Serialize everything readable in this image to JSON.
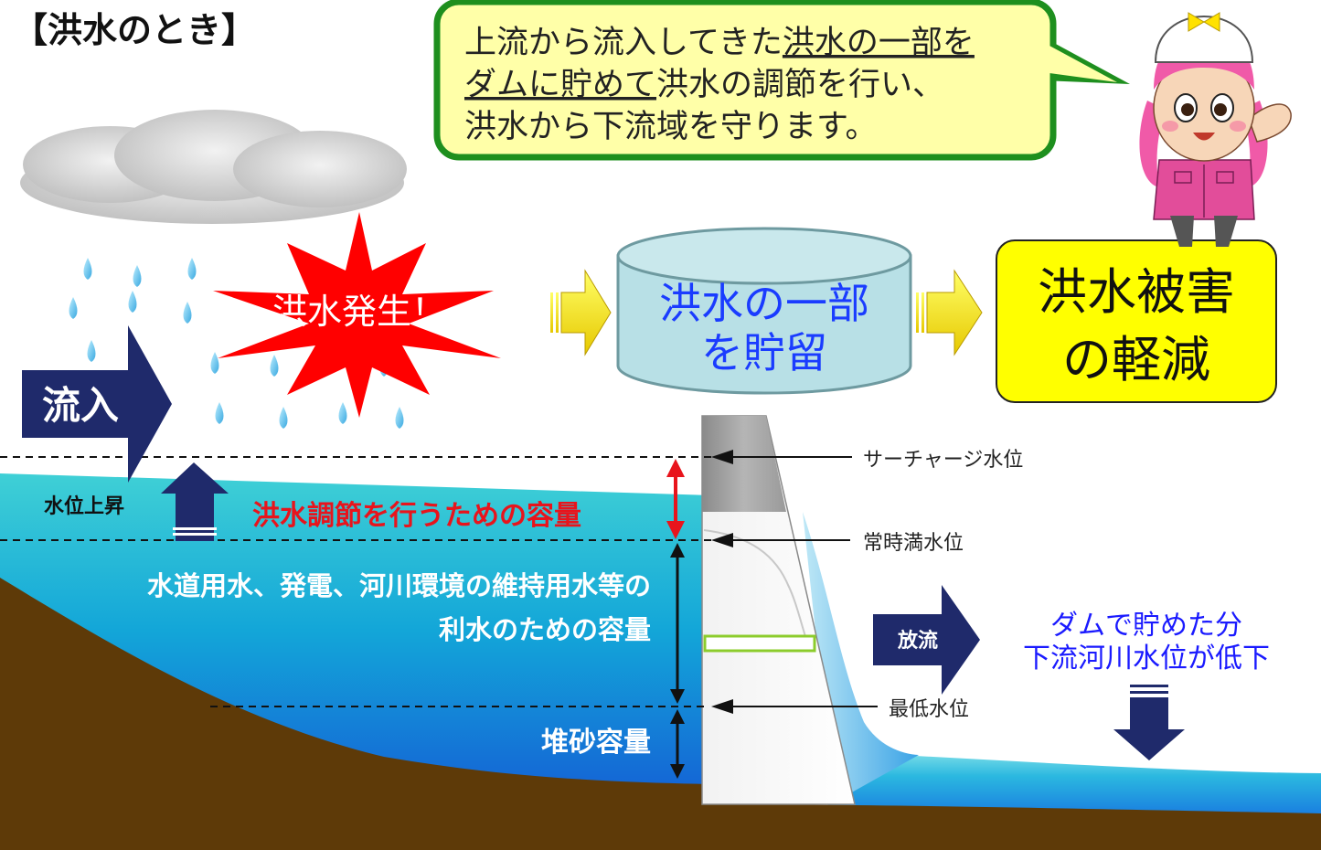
{
  "header": {
    "title": "【洪水のとき】"
  },
  "speech_bubble": {
    "line1_plain": "上流から流入してきた",
    "line1_underlined": "洪水の一部を",
    "line2_underlined": "ダムに貯めて",
    "line2_plain": "洪水の調節を行い、",
    "line3": "洪水から下流域を守ります。"
  },
  "flow": {
    "flood_burst": "洪水発生！",
    "storage_line1": "洪水の一部",
    "storage_line2": "を貯留",
    "result_line1": "洪水被害",
    "result_line2": "の軽減"
  },
  "inflow": {
    "label": "流入"
  },
  "water_rise": {
    "label": "水位上昇"
  },
  "capacities": {
    "flood_control": "洪水調節を行うための容量",
    "water_use_line1": "水道用水、発電、河川環境の維持用水等の",
    "water_use_line2": "利水のための容量",
    "sediment": "堆砂容量"
  },
  "water_levels": {
    "surcharge": "サーチャージ水位",
    "normal": "常時満水位",
    "minimum": "最低水位"
  },
  "discharge": {
    "label": "放流"
  },
  "downstream": {
    "line1": "ダムで貯めた分",
    "line2": "下流河川水位が低下"
  },
  "colors": {
    "burst_red": "#ff0000",
    "storage_fill": "#b8e0e6",
    "result_fill": "#ffff00",
    "navy_arrow": "#1f2a6b",
    "bubble_fill": "#ffffa8",
    "bubble_border": "#1e8f1e",
    "ground": "#5e3a08",
    "flood_text": "#e8141c",
    "downstream_text": "#1a1aff"
  }
}
